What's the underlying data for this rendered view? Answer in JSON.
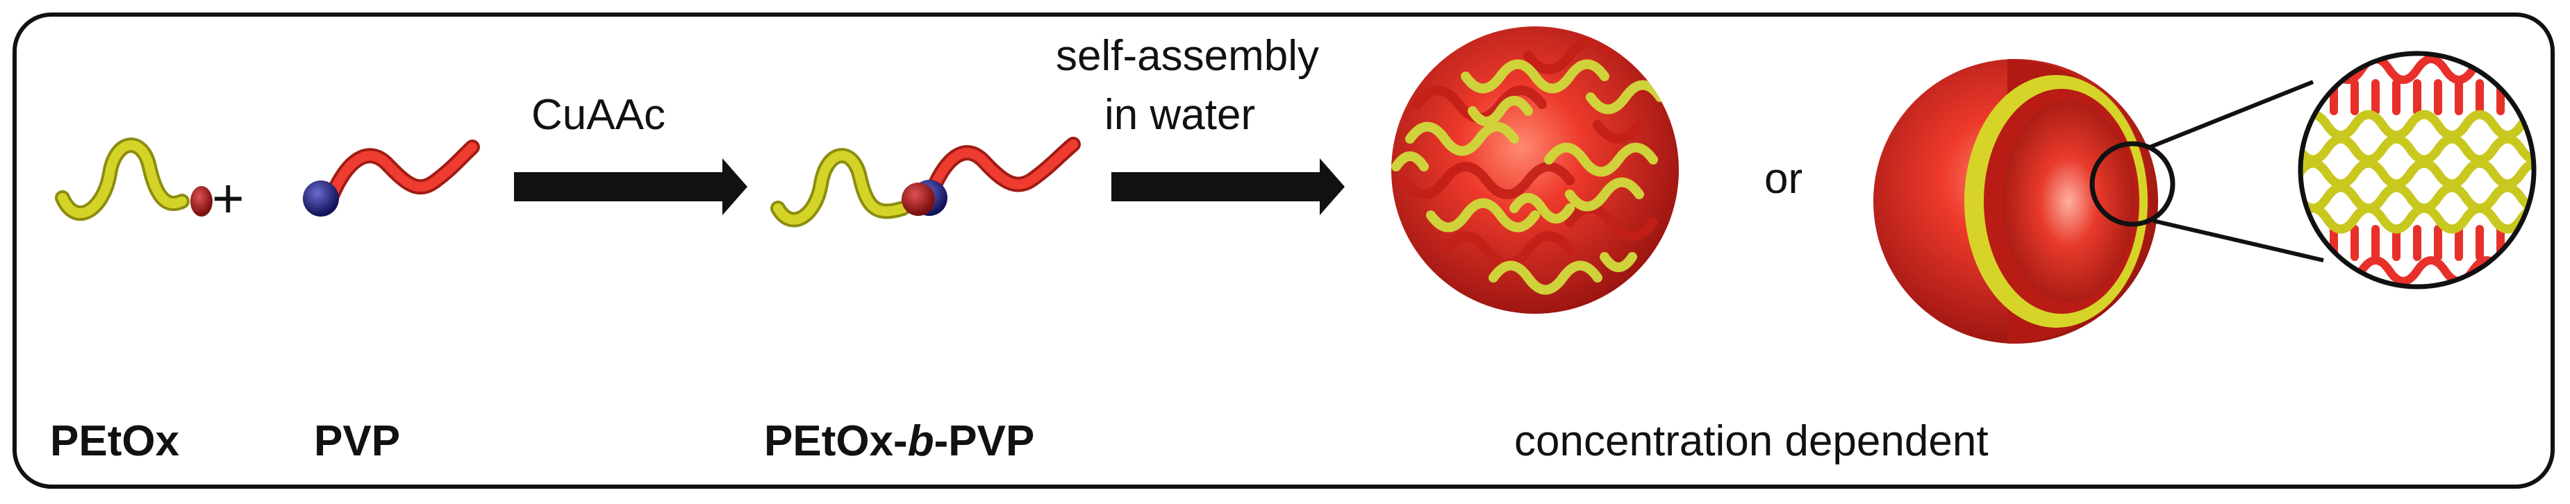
{
  "labels": {
    "petox": "PEtOx",
    "pvp": "PVP",
    "block_prefix": "PEtOx-",
    "block_italic": "b",
    "block_suffix": "-PVP",
    "plus": "+",
    "cuaac": "CuAAc",
    "self_assembly_1": "self-assembly",
    "self_assembly_2": "in water",
    "or": "or",
    "concentration": "concentration dependent"
  },
  "colors": {
    "petox_chain": "#c8c81e",
    "pvp_chain": "#e8302a",
    "end_group_red": "#a81818",
    "end_group_blue": "#2a2a8c",
    "arrow": "#111111"
  }
}
